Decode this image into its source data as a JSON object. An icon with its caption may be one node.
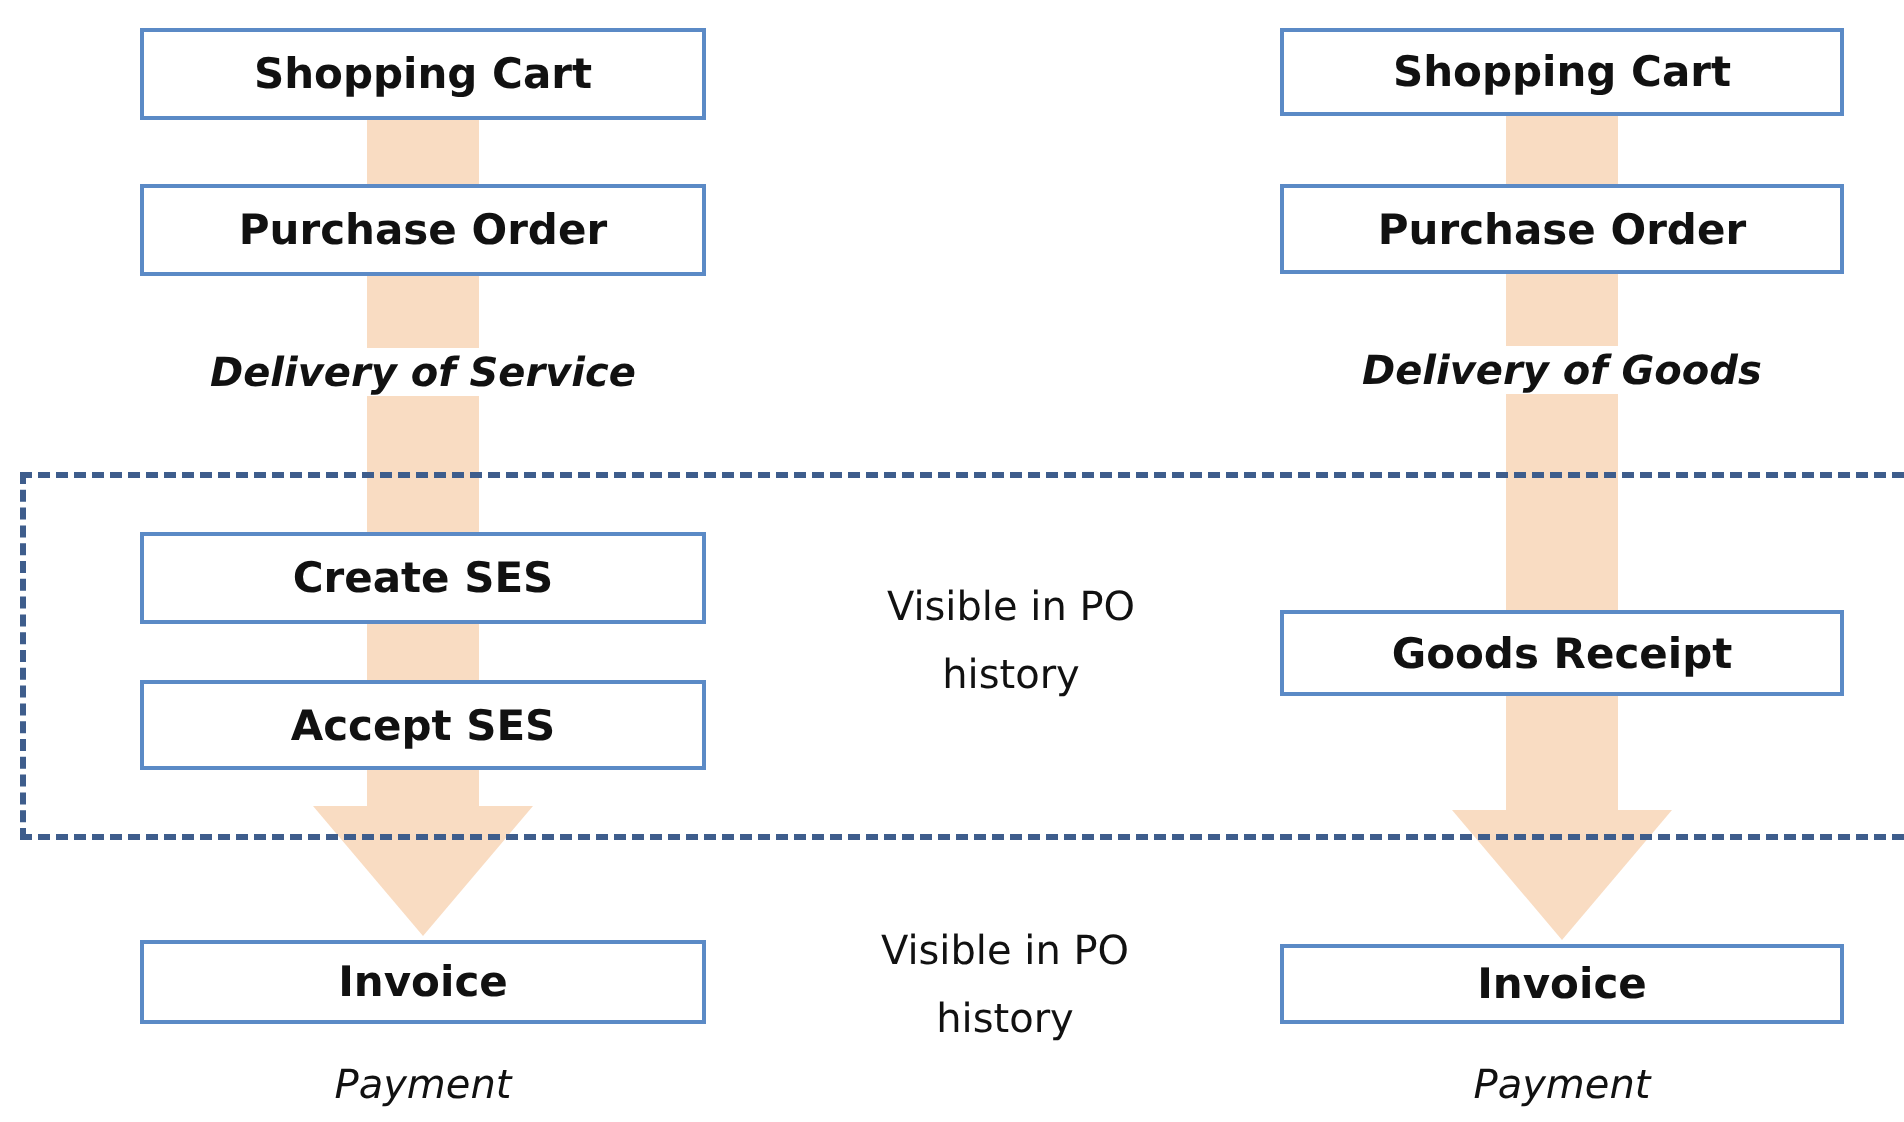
{
  "diagram": {
    "nodes": [
      {
        "text": [
          "Shopping Cart"
        ]
      },
      {
        "text": [
          "Shopping Cart"
        ]
      },
      {
        "text": [
          "Purchase Order"
        ]
      },
      {
        "text": [
          "Purchase Order"
        ]
      },
      {
        "text": [
          "Visible in PO history"
        ]
      },
      {
        "text": [
          "Create SES"
        ],
        "in": 4
      },
      {
        "text": [
          "Accept SES"
        ],
        "in": 4
      },
      {
        "text": [
          "Goods Receipt"
        ],
        "in": 4
      },
      {
        "text": [
          "Invoice"
        ],
        "beside": [
          "Payment"
        ]
      },
      {
        "text": [
          "Invoice"
        ],
        "beside": [
          "Payment"
        ]
      }
    ],
    "edges": [
      {
        "from": 0,
        "to": 2,
        "arrow": "none"
      },
      {
        "from": 2,
        "to": 5,
        "arrow": "none",
        "label": "Delivery of Service"
      },
      {
        "from": 5,
        "to": 6,
        "arrow": "none"
      },
      {
        "from": 6,
        "to": 8,
        "arrow": "to"
      },
      {
        "from": 1,
        "to": 3,
        "arrow": "none"
      },
      {
        "from": 3,
        "to": 7,
        "arrow": "none",
        "label": "Delivery of Goods"
      },
      {
        "from": 7,
        "to": 9,
        "arrow": "to"
      }
    ],
    "labels": [
      "Visible in PO history"
    ]
  }
}
